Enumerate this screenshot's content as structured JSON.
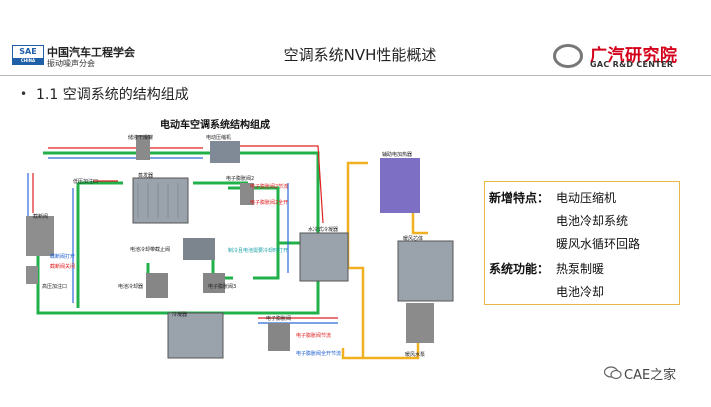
{
  "header": {
    "sae_logo_top": "SAE",
    "sae_logo_bottom": "CHINA",
    "org_name": "中国汽车工程学会",
    "org_sub": "振动噪声分会",
    "title": "空调系统NVH性能概述",
    "gac_name": "广汽研究院",
    "gac_sub": "GAC R&D CENTER"
  },
  "section": {
    "bullet": "•",
    "title": "1.1 空调系统的结构组成"
  },
  "diagram": {
    "title": "电动车空调系统结构组成",
    "labels": {
      "accumulator": "储液干燥罐",
      "compressor": "电动压缩机",
      "evaporator": "蒸发器",
      "low_port": "低压加注口",
      "exv2": "电子膨胀阀2",
      "exv2_throttle": "电子膨胀阀2节流",
      "exv2_open": "电子膨胀阀2全开",
      "stop_valve": "截断阀",
      "stop_open": "截断阀打开",
      "stop_closed": "截断阀关闭",
      "chiller_valve": "电池冷却带截止阀",
      "heat_note": "制冷且电池需要冷却时打开",
      "chiller": "电池冷却器",
      "exv3": "电子膨胀阀3",
      "high_port": "高压加注口",
      "wcc": "水冷式冷凝器",
      "heater": "辅助电加热器",
      "heater_core": "暖风芯体",
      "condenser": "冷凝器",
      "exv1": "电子膨胀阀",
      "exv1_throttle": "电子膨胀阀节流",
      "exv1_open": "电子膨胀阀全开节流",
      "pump": "暖风水泵"
    }
  },
  "features": {
    "new_label": "新增特点：",
    "new_items": [
      "电动压缩机",
      "电池冷却系统",
      "暖风水循环回路"
    ],
    "func_label": "系统功能：",
    "func_items": [
      "热泵制暖",
      "电池冷却"
    ]
  },
  "watermark": {
    "text": "CAE之家",
    "icon": "wechat-icon"
  },
  "colors": {
    "green_pipe": "#22b04a",
    "red_pipe": "#e02020",
    "blue_pipe": "#2a6ad8",
    "yellow_pipe": "#f0b020",
    "accent_red": "#d4001a",
    "panel_border": "#e8b84a"
  }
}
